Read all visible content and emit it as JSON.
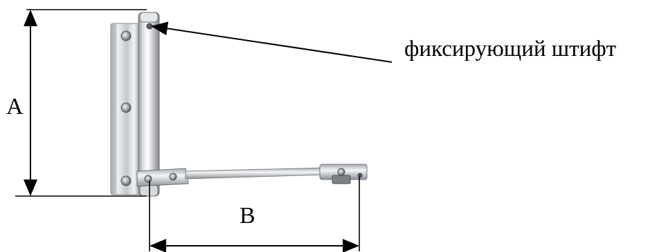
{
  "labels": {
    "dimension_a": "A",
    "dimension_b": "B",
    "pin_callout": "фиксирующий штифт"
  },
  "colors": {
    "line": "#000000",
    "metal_light": "#f4f5f6",
    "metal_mid": "#c9ccd0",
    "metal_dark": "#8d9196",
    "background": "#ffffff"
  }
}
